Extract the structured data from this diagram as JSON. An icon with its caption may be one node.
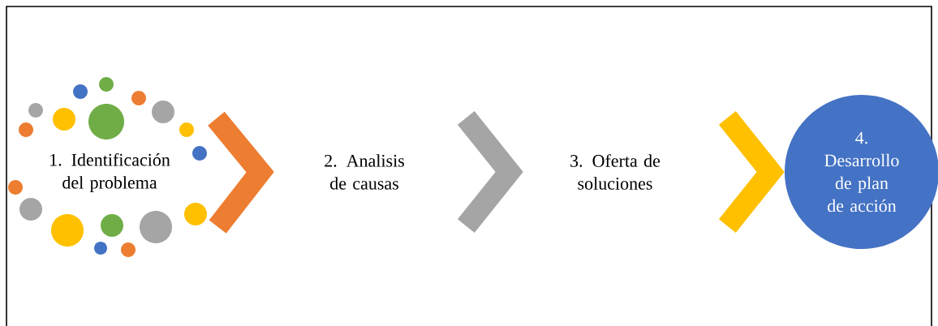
{
  "diagram": {
    "nodes": [
      {
        "text": [
          "1. Identificación del problema"
        ]
      },
      {
        "text": [
          "2. Analisis de causas"
        ]
      },
      {
        "text": [
          "3. Oferta de soluciones"
        ]
      },
      {
        "text": [
          "4. Desarrollo de plan de acción"
        ]
      }
    ],
    "edges": [
      {
        "from": 0,
        "to": 1,
        "arrow": "to",
        "color": "#ed7d31"
      },
      {
        "from": 1,
        "to": 2,
        "arrow": "to",
        "color": "#a5a5a5"
      },
      {
        "from": 2,
        "to": 3,
        "arrow": "to",
        "color": "#ffc000"
      }
    ]
  }
}
